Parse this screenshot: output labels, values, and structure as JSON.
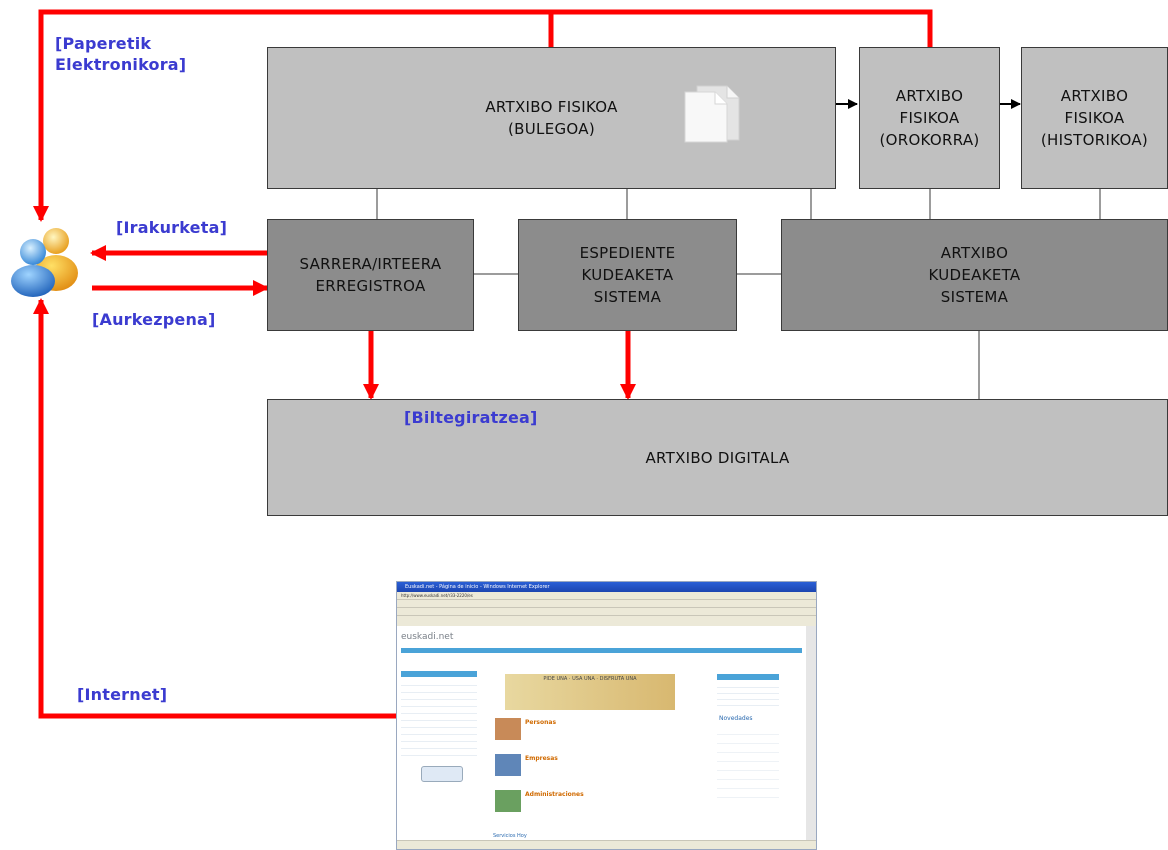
{
  "boxes": {
    "bulegoa": [
      "ARTXIBO FISIKOA",
      "(BULEGOA)"
    ],
    "orokorra": [
      "ARTXIBO",
      "FISIKOA",
      "(OROKORRA)"
    ],
    "historikoa": [
      "ARTXIBO",
      "FISIKOA",
      "(HISTORIKOA)"
    ],
    "sarrera": [
      "SARRERA/IRTEERA",
      "ERREGISTROA"
    ],
    "espediente": [
      "ESPEDIENTE",
      "KUDEAKETA",
      "SISTEMA"
    ],
    "artxibo_kudeaketa": [
      "ARTXIBO",
      "KUDEAKETA",
      "SISTEMA"
    ],
    "digitala": "ARTXIBO DIGITALA"
  },
  "labels": {
    "paperetik": [
      "[Paperetik",
      "Elektronikora]"
    ],
    "irakurketa": "[Irakurketa]",
    "aurkezpena": "[Aurkezpena]",
    "biltegiratzea": "[Biltegiratzea]",
    "internet": "[Internet]"
  },
  "browser": {
    "title": "Euskadi.net - Página de inicio - Windows Internet Explorer",
    "address": "http://www.euskadi.net/r33-2220/es",
    "site_name": "euskadi.net",
    "sections": [
      "Personas",
      "Empresas",
      "Administraciones"
    ],
    "novedades": "Novedades",
    "banner": "PIDE UNA · USA UNA · DISFRUTA UNA",
    "servicios": "Servicios Hoy"
  },
  "colors": {
    "arrow": "#ff0000",
    "label": "#3b3bd0",
    "light_box": "#c0c0c0",
    "dark_box": "#8c8c8c"
  },
  "icons": {
    "users": "users-icon",
    "document": "document-icon"
  }
}
